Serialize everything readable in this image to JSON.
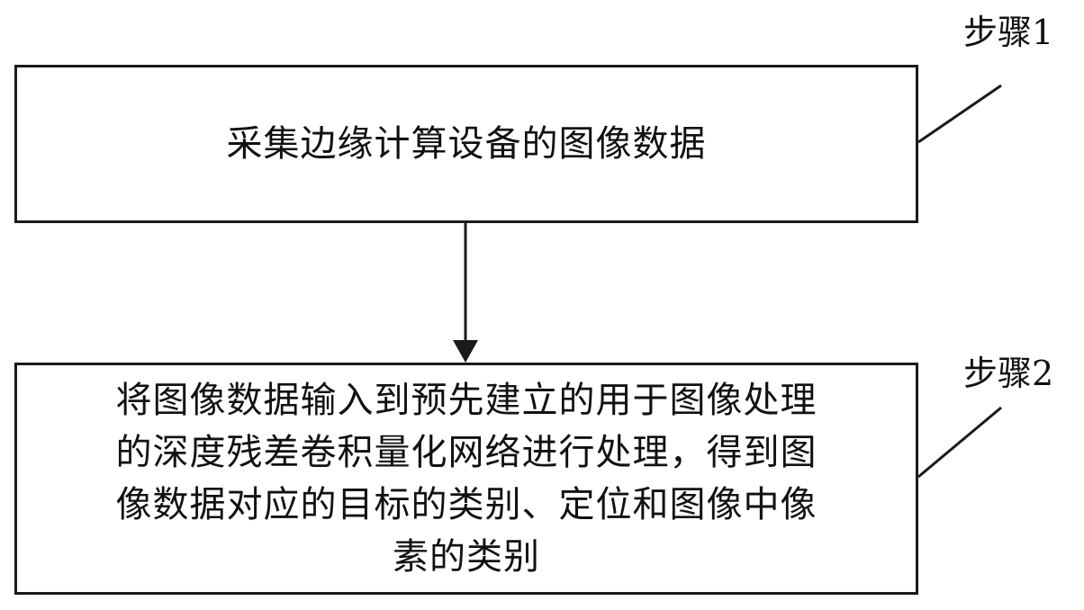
{
  "steps": [
    {
      "label": "步骤1",
      "text": "采集边缘计算设备的图像数据"
    },
    {
      "label": "步骤2",
      "lines": [
        "将图像数据输入到预先建立的用于图像处理",
        "的深度残差卷积量化网络进行处理，得到图",
        "像数据对应的目标的类别、定位和图像中像",
        "素的类别"
      ]
    }
  ]
}
